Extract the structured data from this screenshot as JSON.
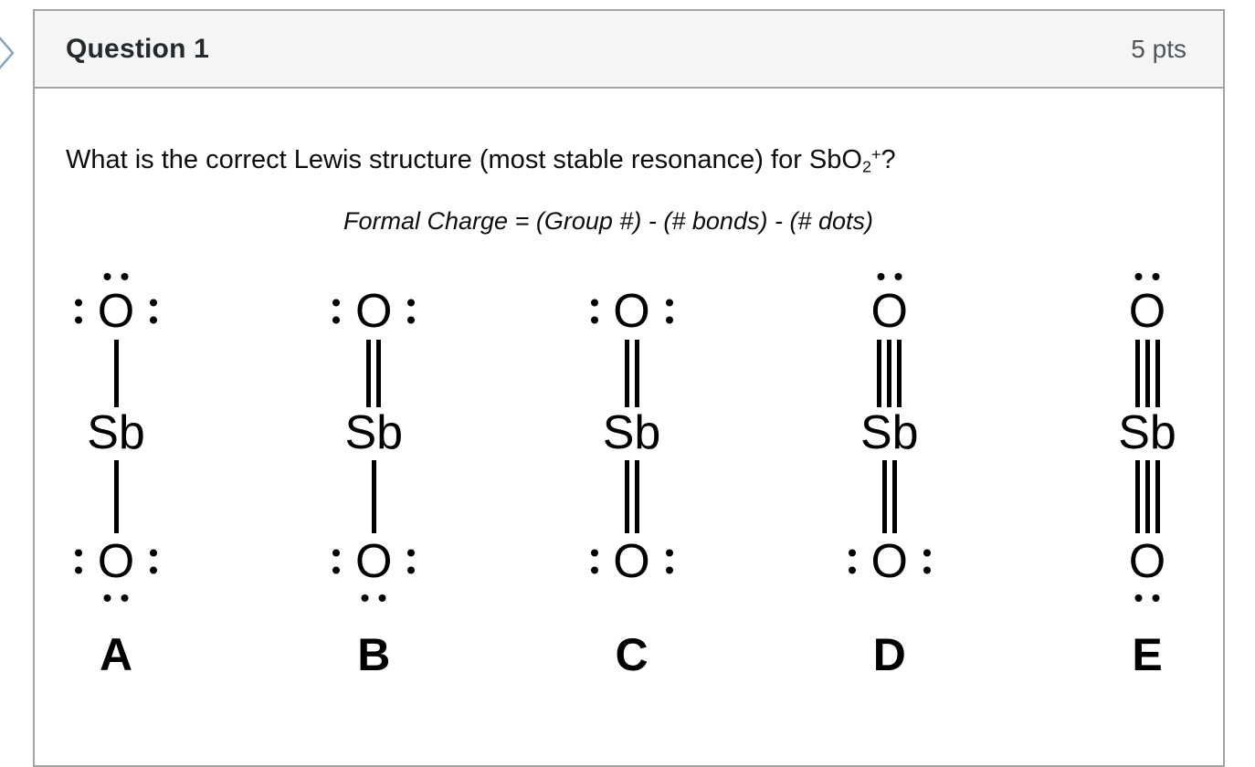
{
  "header": {
    "title": "Question 1",
    "points": "5 pts"
  },
  "question": {
    "text_main": "What is the correct Lewis structure (most stable resonance) for SbO",
    "formula_subscript": "2",
    "charge_superscript": "+",
    "text_end": "?",
    "formal_charge_formula": "Formal Charge = (Group #) - (# bonds) - (# dots)"
  },
  "molecule": {
    "central_atom": "Sb",
    "terminal_atom": "O"
  },
  "options": [
    {
      "label": "A",
      "top_oxygen_lone_pairs": [
        "top",
        "left",
        "right"
      ],
      "top_bond_order": 1,
      "bottom_bond_order": 1,
      "bottom_oxygen_lone_pairs": [
        "left",
        "right",
        "bottom"
      ]
    },
    {
      "label": "B",
      "top_oxygen_lone_pairs": [
        "left",
        "right"
      ],
      "top_bond_order": 2,
      "bottom_bond_order": 1,
      "bottom_oxygen_lone_pairs": [
        "left",
        "right",
        "bottom"
      ]
    },
    {
      "label": "C",
      "top_oxygen_lone_pairs": [
        "left",
        "right"
      ],
      "top_bond_order": 2,
      "bottom_bond_order": 2,
      "bottom_oxygen_lone_pairs": [
        "left",
        "right"
      ]
    },
    {
      "label": "D",
      "top_oxygen_lone_pairs": [
        "top"
      ],
      "top_bond_order": 3,
      "bottom_bond_order": 2,
      "bottom_oxygen_lone_pairs": [
        "left",
        "right"
      ]
    },
    {
      "label": "E",
      "top_oxygen_lone_pairs": [
        "top"
      ],
      "top_bond_order": 3,
      "bottom_bond_order": 3,
      "bottom_oxygen_lone_pairs": [
        "bottom"
      ]
    }
  ],
  "icons": {
    "sidebar_chevron": "chevron-right"
  },
  "colors": {
    "header_bg": "#f5f5f5",
    "card_border": "#a3a3a3",
    "title_text": "#24292d",
    "points_text": "#4d565c",
    "body_text": "#0d0d0d",
    "chevron": "#87a3bf"
  }
}
